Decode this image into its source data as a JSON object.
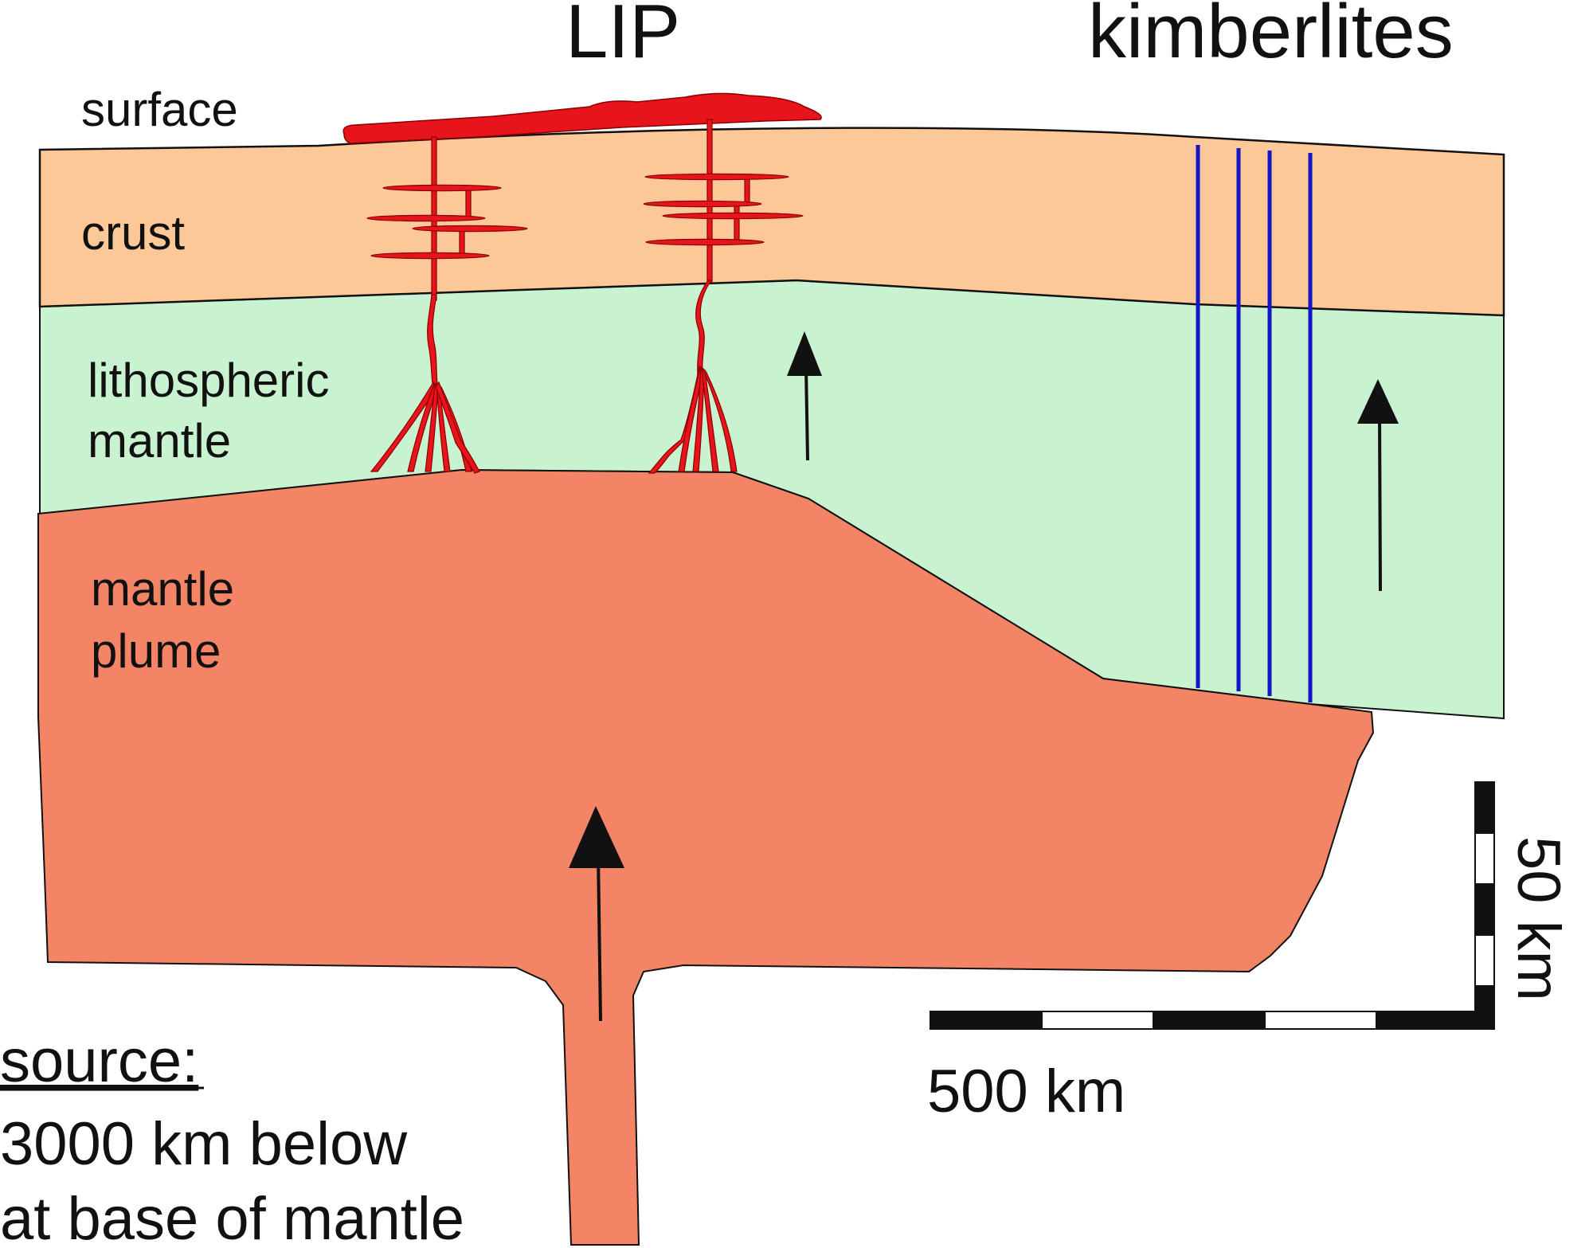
{
  "headers": {
    "lip": "LIP",
    "kimberlites": "kimberlites"
  },
  "layers": {
    "surface": "surface",
    "crust": "crust",
    "lithospheric_line1": "lithospheric",
    "lithospheric_line2": "mantle",
    "plume_line1": "mantle",
    "plume_line2": "plume"
  },
  "source": {
    "heading": "source:",
    "line1": "3000 km below",
    "line2": "at base of mantle"
  },
  "scale": {
    "horizontal": "500 km",
    "vertical": "50 km"
  },
  "colors": {
    "crust": "#fdc898",
    "lithospheric_mantle": "#c8f2d0",
    "mantle_plume": "#f38466",
    "magma": "#e8141c",
    "kimberlite_pipes": "#1414c8",
    "outline": "#111111"
  }
}
